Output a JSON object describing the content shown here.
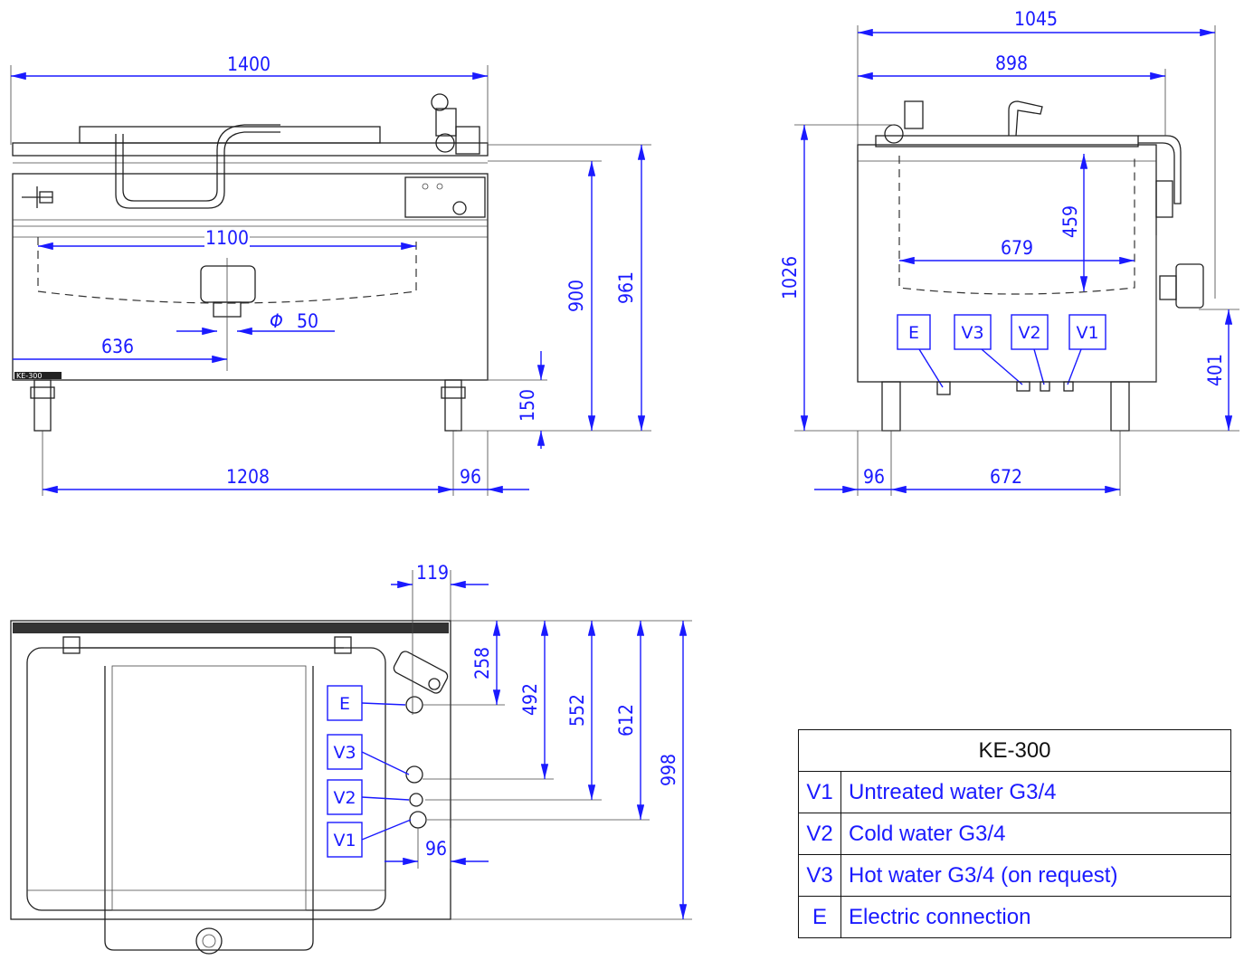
{
  "front_view": {
    "dims": {
      "width_total": "1400",
      "tank_width": "1100",
      "outlet_pos": "636",
      "outlet_diameter": "50",
      "diameter_symbol": "Φ",
      "height_900": "900",
      "height_961": "961",
      "leg_height": "150",
      "leg_span": "1208",
      "leg_offset": "96"
    },
    "model_plate": "KE-300"
  },
  "side_view": {
    "dims": {
      "depth_total": "1045",
      "depth_body": "898",
      "height_total": "1026",
      "tank_depth": "459",
      "tank_length": "679",
      "outlet_height": "401",
      "leg_offset": "96",
      "leg_span": "672"
    },
    "connections": [
      "E",
      "V3",
      "V2",
      "V1"
    ]
  },
  "top_view": {
    "dims": {
      "offset_119": "119",
      "dist_258": "258",
      "dist_492": "492",
      "dist_552": "552",
      "dist_612": "612",
      "dist_998": "998",
      "offset_96": "96"
    },
    "connections": [
      "E",
      "V3",
      "V2",
      "V1"
    ]
  },
  "legend": {
    "title": "KE-300",
    "rows": [
      {
        "code": "V1",
        "desc": "Untreated water G3/4"
      },
      {
        "code": "V2",
        "desc": "Cold water G3/4"
      },
      {
        "code": "V3",
        "desc": "Hot water G3/4 (on request)"
      },
      {
        "code": "E",
        "desc": "Electric connection"
      }
    ]
  },
  "colors": {
    "dimension": "#1a1aff",
    "outline": "#222222"
  }
}
